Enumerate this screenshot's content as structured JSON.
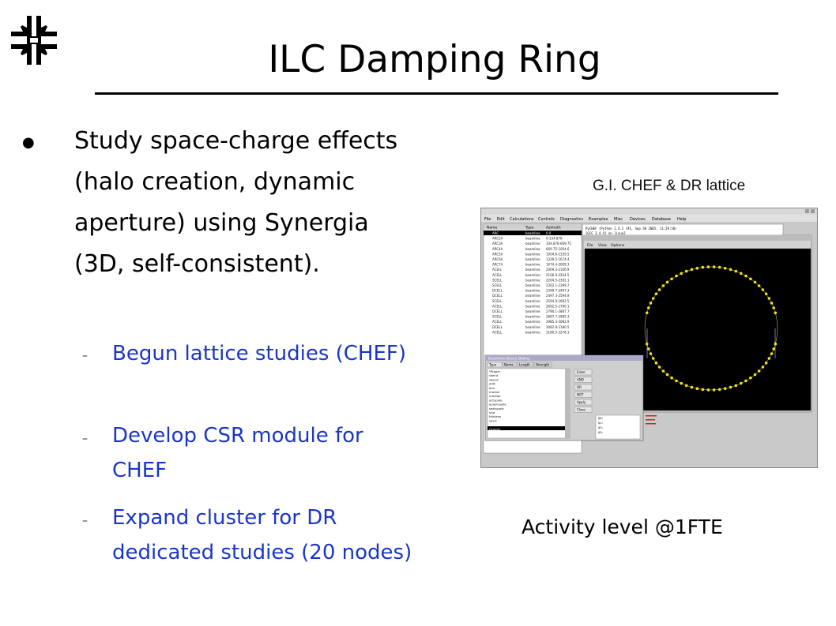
{
  "slide": {
    "title": "ILC Damping Ring",
    "main_bullet": "Study space-charge effects (halo creation, dynamic aperture) using Synergia (3D, self-consistent).",
    "sub_bullets": [
      "Begun lattice studies (CHEF)",
      "Develop CSR module for CHEF",
      "Expand cluster for DR dedicated studies (20 nodes)"
    ],
    "image_caption": "G.I. CHEF & DR lattice",
    "activity_level": "Activity level @1FTE"
  },
  "screenshot": {
    "menu": [
      "File",
      "Edit",
      "Calculations",
      "Controls",
      "Diagnostics",
      "Examples",
      "Misc",
      "Devices",
      "Database",
      "Help"
    ],
    "tree_header": [
      "Name",
      "Type",
      "Azimuth"
    ],
    "tree_rows": [
      [
        "ARC",
        "beamline",
        "0.0"
      ],
      [
        "ARC24",
        "beamline",
        "0-334.876"
      ],
      [
        "ARC3A",
        "beamline",
        "334.876-669.75"
      ],
      [
        "ARC4A",
        "beamline",
        "669.75-1004.6"
      ],
      [
        "ARC5A",
        "beamline",
        "1004.6-1339.5"
      ],
      [
        "ARC6A",
        "beamline",
        "1339.5-1674.4"
      ],
      [
        "ARC7A",
        "beamline",
        "1674.4-2009.3"
      ],
      [
        "ACELL",
        "beamline",
        "2009.3-2106.9"
      ],
      [
        "ACELL",
        "beamline",
        "2106.9-2204.5"
      ],
      [
        "SCELL",
        "beamline",
        "2204.5-2302.1"
      ],
      [
        "SCELL",
        "beamline",
        "2302.1-2399.7"
      ],
      [
        "DCELL",
        "beamline",
        "2399.7-2497.3"
      ],
      [
        "DCELL",
        "beamline",
        "2497.3-2594.9"
      ],
      [
        "SCELL",
        "beamline",
        "2594.9-2692.5"
      ],
      [
        "ACELL",
        "beamline",
        "2692.5-2790.1"
      ],
      [
        "DCELL",
        "beamline",
        "2790.1-2887.7"
      ],
      [
        "SCELL",
        "beamline",
        "2887.7-2985.3"
      ],
      [
        "ACELL",
        "beamline",
        "2985.3-3082.9"
      ],
      [
        "DCELL",
        "beamline",
        "3082.9-3180.5"
      ],
      [
        "ACELL",
        "beamline",
        "3180.5-3278.1"
      ]
    ],
    "console_title": "PyCHEF (Python 2.4.2 (#1, Sep 30 2005, 11:29:50)",
    "console_prompt": "[GCC 3.4.4] on linux2",
    "plot_menu": [
      "File",
      "View",
      "Options"
    ],
    "dialog_title": "Beamline Query Dialog",
    "dialog_tabs": [
      "Type",
      "Name",
      "Length",
      "Strength"
    ],
    "dialog_items": [
      "*Proper",
      "rbend",
      "sbend",
      "drift",
      "kick",
      "marker",
      "monitor",
      "octupole",
      "quadrupole",
      "sextupole",
      "srot",
      "thinlens",
      "vkick",
      "hkick",
      "rfcavity"
    ],
    "dialog_buttons": [
      "Enter",
      "AND",
      "OR",
      "NOT",
      "Apply",
      "Close"
    ],
    "dialog_query": [
      "Q0:",
      "Q1:",
      "Q2:",
      "Q3:"
    ]
  },
  "colors": {
    "sub_bullet": "#1a35c9",
    "plot_bg": "#000000",
    "plot_points": "#f0e020",
    "plot_ring": "#9090ff"
  }
}
